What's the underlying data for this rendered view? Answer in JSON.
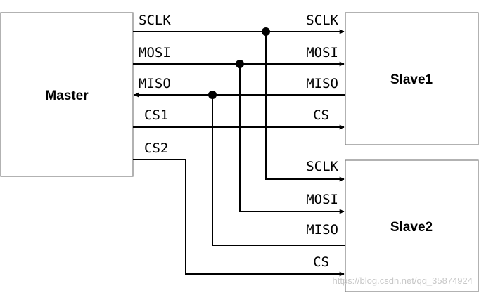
{
  "master": {
    "label": "Master"
  },
  "slaves": [
    {
      "label": "Slave1"
    },
    {
      "label": "Slave2"
    }
  ],
  "master_signals": {
    "sclk": "SCLK",
    "mosi": "MOSI",
    "miso": "MISO",
    "cs1": "CS1",
    "cs2": "CS2"
  },
  "slave1_signals": {
    "sclk": "SCLK",
    "mosi": "MOSI",
    "miso": "MISO",
    "cs": "CS"
  },
  "slave2_signals": {
    "sclk": "SCLK",
    "mosi": "MOSI",
    "miso": "MISO",
    "cs": "CS"
  },
  "watermark": "https://blog.csdn.net/qq_35874924"
}
